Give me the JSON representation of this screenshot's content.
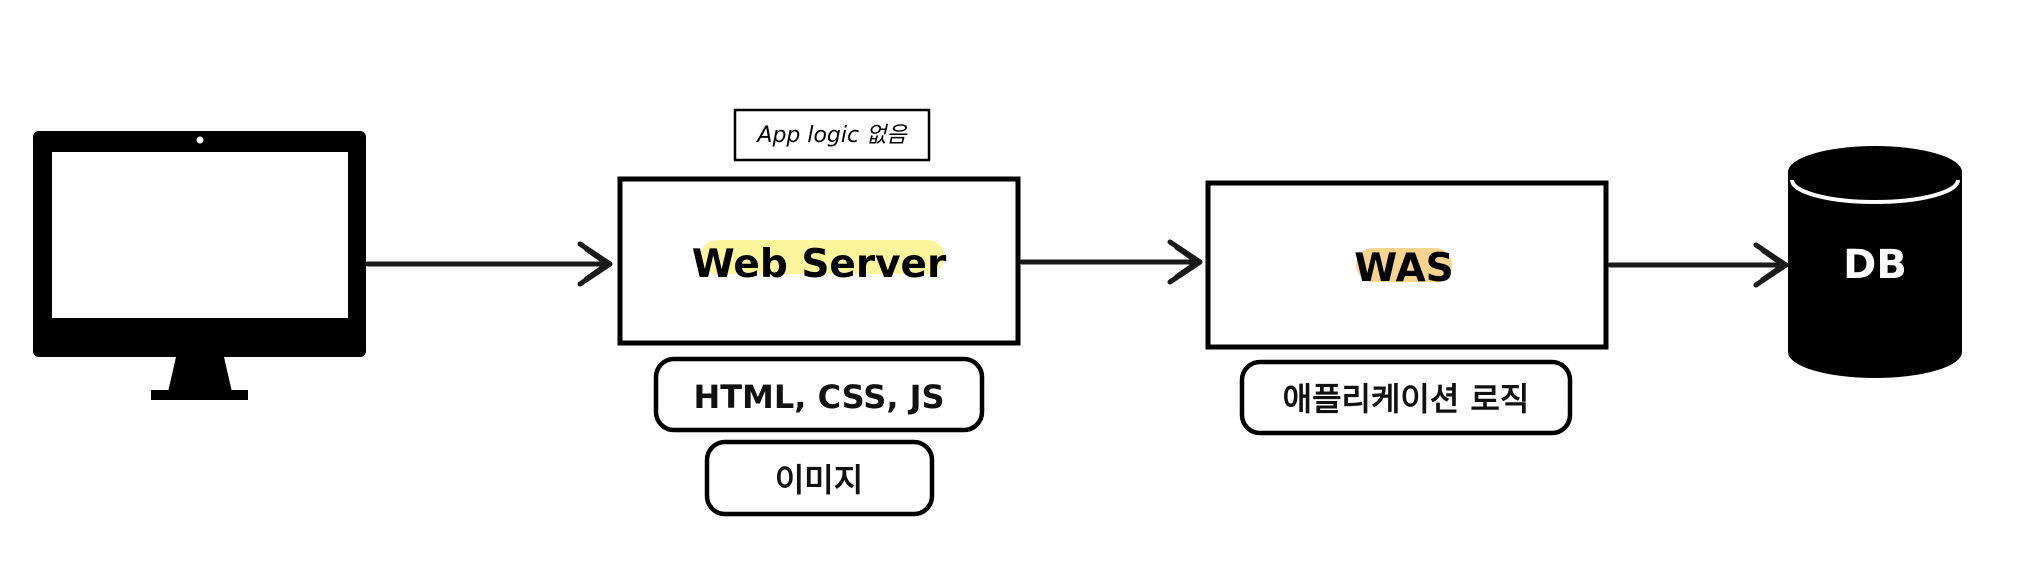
{
  "web_server": {
    "label": "Web Server",
    "note": "App logic 없음",
    "highlight_color": "#fcf59c",
    "tags": [
      "HTML, CSS, JS",
      "이미지"
    ]
  },
  "was": {
    "label": "WAS",
    "highlight_color": "#f8d48e",
    "tags": [
      "애플리케이션 로직"
    ]
  },
  "db": {
    "label": "DB"
  },
  "colors": {
    "stroke": "#000000",
    "background": "#ffffff",
    "db_text": "#ffffff"
  },
  "icons": [
    "computer-monitor-icon",
    "database-icon"
  ]
}
